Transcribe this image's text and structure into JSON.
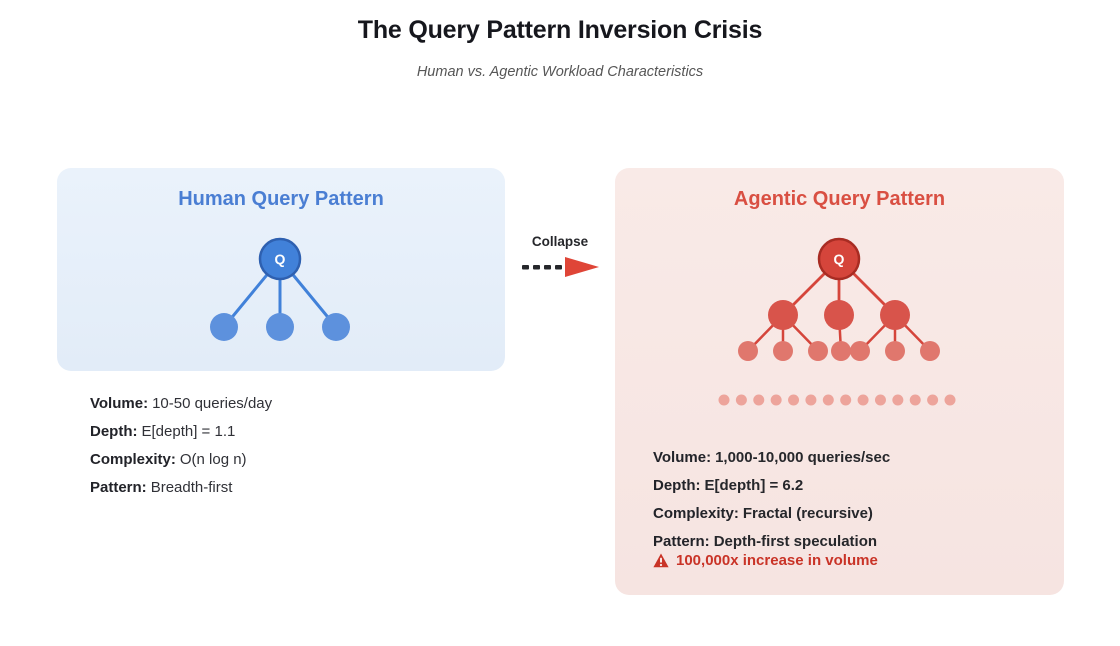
{
  "page": {
    "title": "The Query Pattern Inversion Crisis",
    "subtitle": "Human vs. Agentic Workload Characteristics"
  },
  "collapse": {
    "label": "Collapse"
  },
  "human": {
    "title": "Human Query Pattern",
    "root_label": "Q",
    "child_count": 3,
    "stats": [
      {
        "label": "Volume:",
        "value": "10-50 queries/day"
      },
      {
        "label": "Depth:",
        "value": "E[depth] = 1.1"
      },
      {
        "label": "Complexity:",
        "value": "O(n log n)"
      },
      {
        "label": "Pattern:",
        "value": "Breadth-first"
      }
    ],
    "colors": {
      "panel_bg": "#e8f0fa",
      "title": "#4a7ed3",
      "root_fill": "#4181d9",
      "root_border": "#2e60b0",
      "child_fill": "#5d91dd",
      "line": "#4181d9"
    }
  },
  "agentic": {
    "title": "Agentic Query Pattern",
    "root_label": "Q",
    "level2_count": 3,
    "level3_group_counts": [
      3,
      1,
      3
    ],
    "dot_count": 14,
    "stats": [
      {
        "label": "Volume:",
        "value": "1,000-10,000 queries/sec"
      },
      {
        "label": "Depth:",
        "value": "E[depth] = 6.2"
      },
      {
        "label": "Complexity:",
        "value": "Fractal (recursive)"
      },
      {
        "label": "Pattern:",
        "value": "Depth-first speculation"
      }
    ],
    "warning": "100,000x increase in volume",
    "colors": {
      "panel_bg": "#f8e9e6",
      "title": "#d94f42",
      "root_fill": "#d5453b",
      "root_border": "#a82c23",
      "level2_fill": "#d8544b",
      "level3_fill": "#e0776d",
      "dot_fill": "#eda49b",
      "line": "#d5453b",
      "warning_red": "#c93327"
    }
  },
  "arrow": {
    "dash_color": "#26272b",
    "head_color": "#df4537"
  }
}
